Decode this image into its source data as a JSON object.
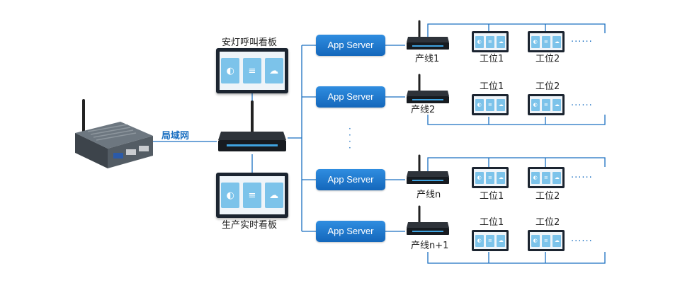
{
  "lan_label": "局域网",
  "top_board_label": "安灯呼叫看板",
  "bottom_board_label": "生产实时看板",
  "app_server_label": "App Server",
  "lines": [
    {
      "label": "产线1",
      "ws": [
        "工位1",
        "工位2"
      ]
    },
    {
      "label": "产线2",
      "ws": [
        "工位1",
        "工位2"
      ]
    },
    {
      "label": "产线n",
      "ws": [
        "工位1",
        "工位2"
      ]
    },
    {
      "label": "产线n+1",
      "ws": [
        "工位1",
        "工位2"
      ]
    }
  ],
  "ellipsis": "......",
  "colors": {
    "line": "#1a6fc1",
    "button": "#1e78cf",
    "tile": "#7cc3ea",
    "frame": "#1b2430"
  },
  "icons": [
    "industrial-pc-icon",
    "wireless-router-icon",
    "dashboard-screen-icon",
    "workstation-screen-icon"
  ]
}
